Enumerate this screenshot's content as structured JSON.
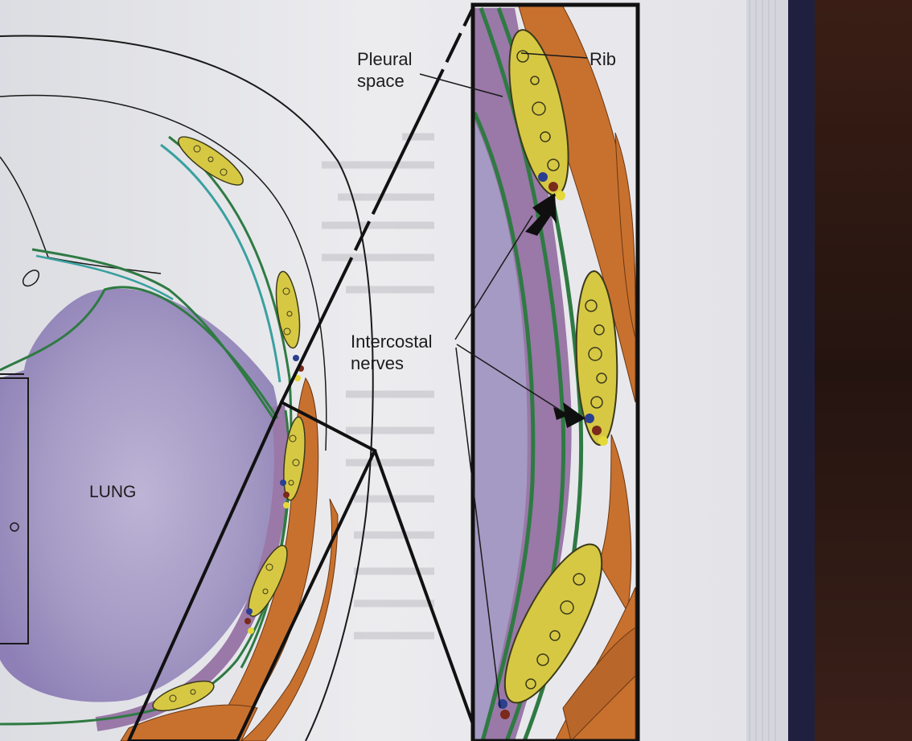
{
  "labels": {
    "pleural_line1": "Pleural",
    "pleural_line2": "space",
    "rib": "Rib",
    "intercostal_line1": "Intercostal",
    "intercostal_line2": "nerves",
    "lung": "LUNG"
  },
  "colors": {
    "page": "#e9e9ec",
    "lung": "#a59ac4",
    "pleura_purple": "#9a78a8",
    "membrane_green": "#2f7a43",
    "rib_yellow": "#d7c844",
    "muscle_orange": "#c8712e",
    "outline": "#1a1a1a",
    "table_wood": "#2a1712"
  }
}
